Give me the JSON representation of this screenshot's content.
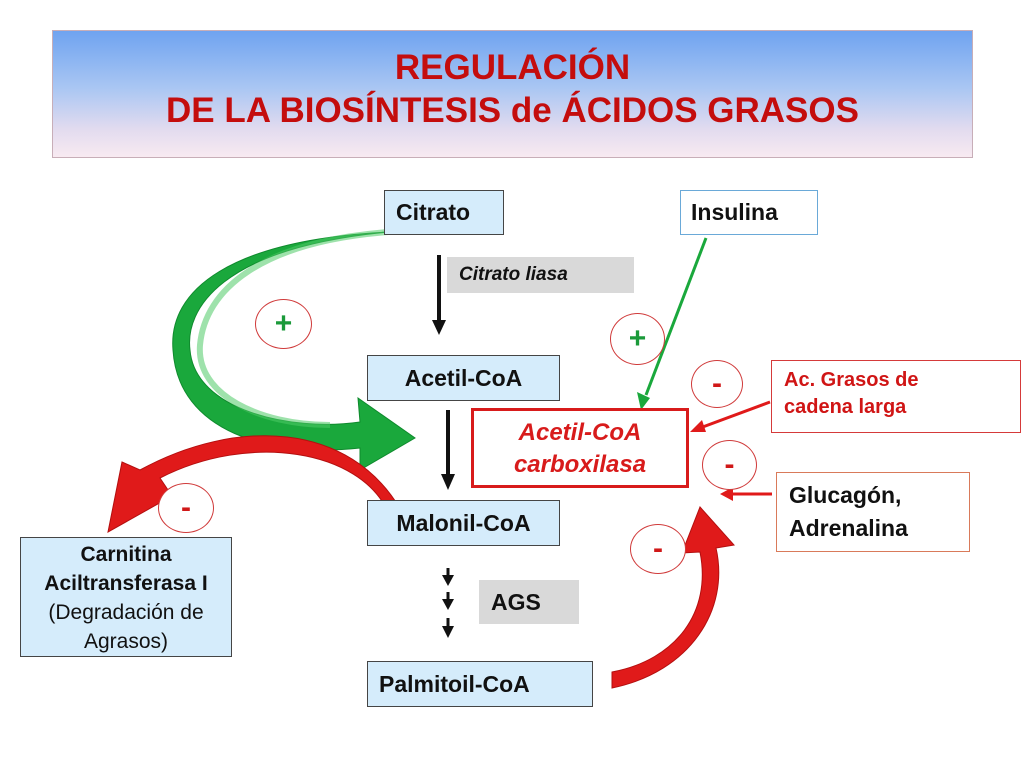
{
  "title": {
    "line1": "REGULACIÓN",
    "line2": "DE LA BIOSÍNTESIS de ÁCIDOS GRASOS"
  },
  "nodes": {
    "citrato": "Citrato",
    "insulina": "Insulina",
    "citrato_liasa": "Citrato liasa",
    "acetil_coa": "Acetil-CoA",
    "acetil_coa_carboxilasa_line1": "Acetil-CoA",
    "acetil_coa_carboxilasa_line2": "carboxilasa",
    "malonil_coa": "Malonil-CoA",
    "ags": "AGS",
    "palmitoil_coa": "Palmitoil-CoA",
    "acidos_grasos_line1": "Ac. Grasos de",
    "acidos_grasos_line2": "cadena larga",
    "glucagon_line1": "Glucagón,",
    "glucagon_line2": "Adrenalina",
    "carnitina_line1": "Carnitina",
    "carnitina_line2": "Aciltransferasa I",
    "carnitina_line3": "(Degradación de",
    "carnitina_line4": "Agrasos)"
  },
  "signs": {
    "plus_citrato": "+",
    "plus_insulina": "+",
    "minus_ac_grasos": "-",
    "minus_glucagon": "-",
    "minus_carnitina": "-",
    "minus_palmitoil": "-"
  },
  "colors": {
    "activation": "#1aa83c",
    "inhibition": "#e01a1a",
    "node_fill": "#d5ecfb",
    "title_text": "#c40d0d"
  }
}
